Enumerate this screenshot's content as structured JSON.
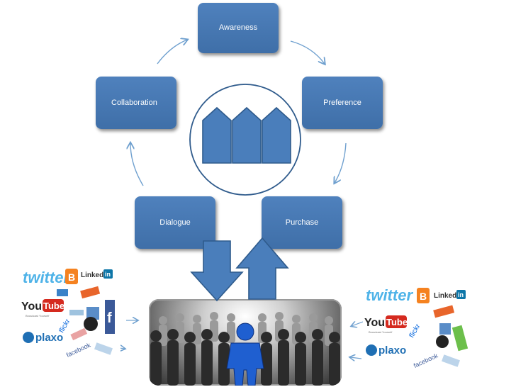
{
  "cycle": {
    "nodes": [
      {
        "id": "awareness",
        "label": "Awareness"
      },
      {
        "id": "preference",
        "label": "Preference"
      },
      {
        "id": "purchase",
        "label": "Purchase"
      },
      {
        "id": "dialogue",
        "label": "Dialogue"
      },
      {
        "id": "collaboration",
        "label": "Collaboration"
      }
    ]
  },
  "logos": {
    "twitter": "twitter",
    "youtube_you": "You",
    "youtube_tube": "Tube",
    "youtube_sub": "Broadcast Yourself",
    "linkedin": "Linked",
    "linkedin_in": "in",
    "plaxo": "plaxo",
    "flickr": "flickr",
    "facebook": "facebook",
    "blogger": "B",
    "fb": "f"
  },
  "colors": {
    "node_fill": "#4f81bd",
    "arrow_stroke": "#6fa0cf",
    "house_fill": "#4a7ebb",
    "circle_stroke": "#2f5b8c"
  }
}
